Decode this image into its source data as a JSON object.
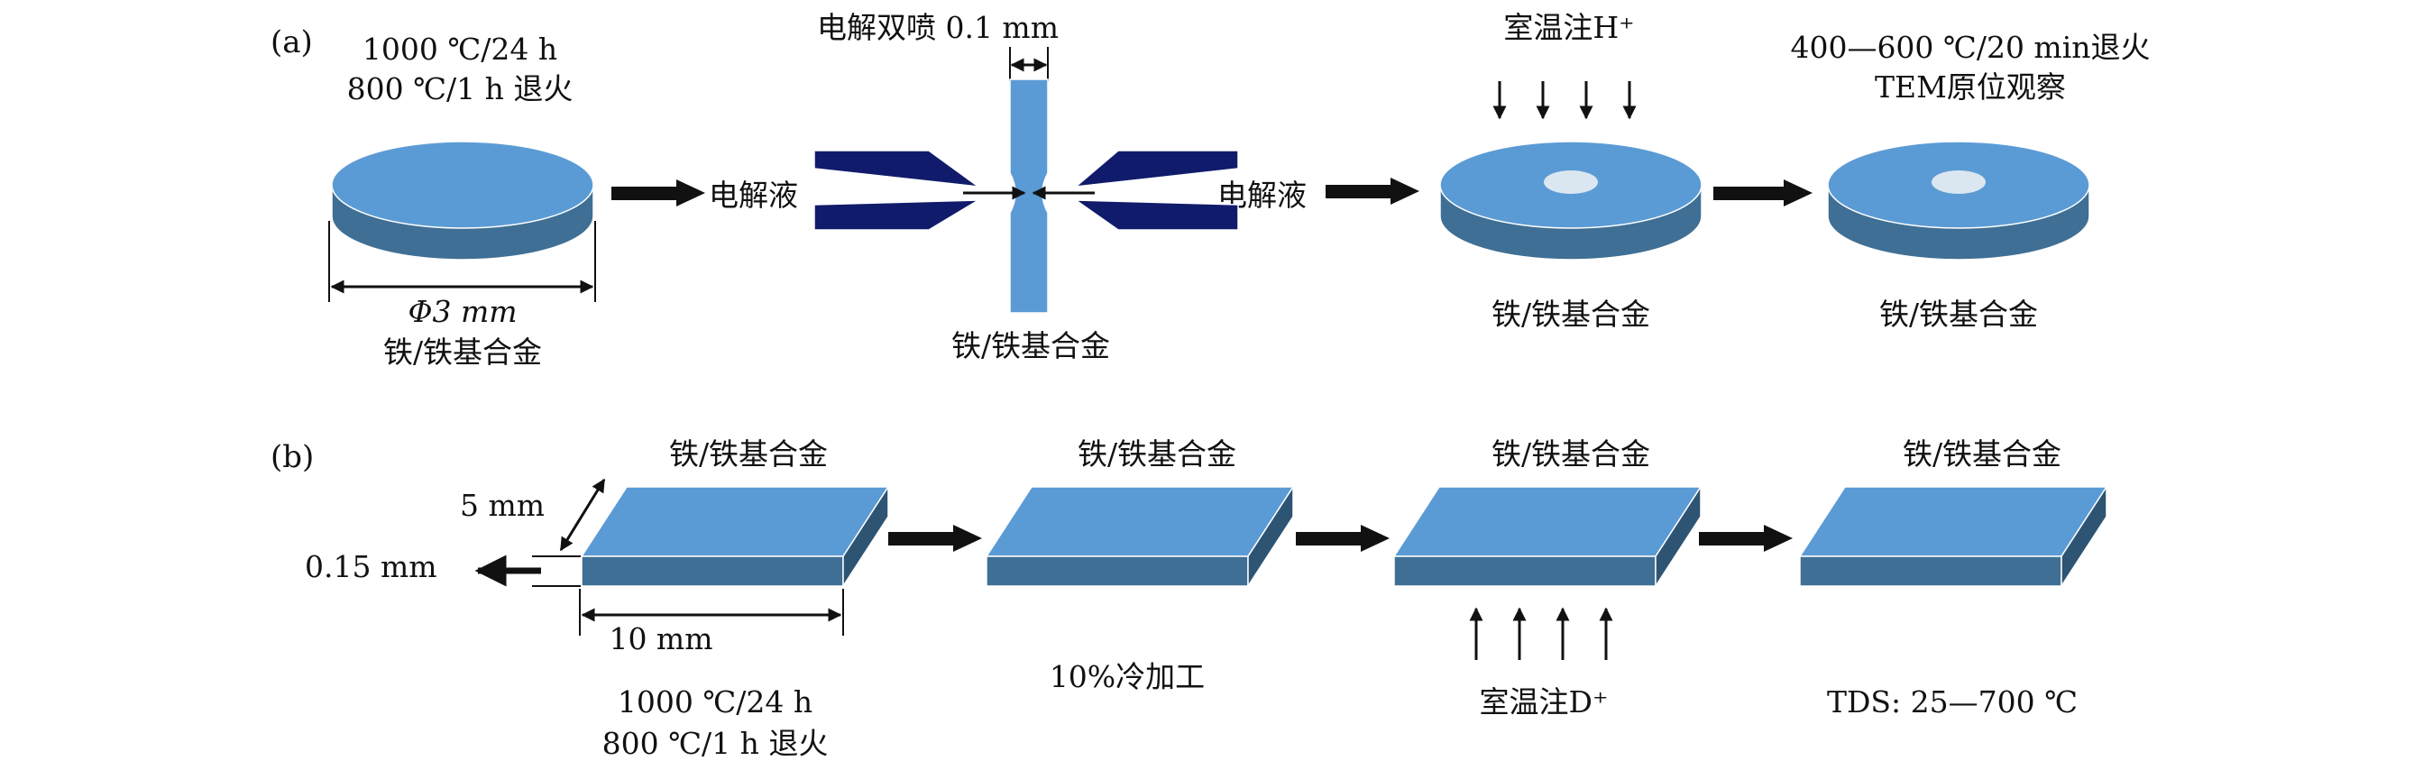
{
  "colors": {
    "sample_top": "#5b9bd5",
    "sample_side": "#3f6f94",
    "sample_side_dark": "#2e5473",
    "spot": "#dbe7f0",
    "nozzle": "#101b6b",
    "arrow": "#111111"
  },
  "panel_a": {
    "label": "(a)",
    "step1": {
      "line1": "1000 ℃/24 h",
      "line2": "800 ℃/1 h 退火",
      "diameter": "Φ3 mm",
      "material": "铁/铁基合金"
    },
    "step2": {
      "jet_label": "电解双喷 0.1 mm",
      "electrolyte_left": "电解液",
      "electrolyte_right": "电解液",
      "material": "铁/铁基合金"
    },
    "step3": {
      "implant": "室温注H⁺",
      "material": "铁/铁基合金"
    },
    "step4": {
      "line1": "400—600 ℃/20 min退火",
      "line2": "TEM原位观察",
      "material": "铁/铁基合金"
    }
  },
  "panel_b": {
    "label": "(b)",
    "step1": {
      "material": "铁/铁基合金",
      "width": "5 mm",
      "thickness": "0.15 mm",
      "length": "10 mm",
      "line1": "1000 ℃/24 h",
      "line2": "800 ℃/1 h 退火"
    },
    "step2": {
      "material": "铁/铁基合金",
      "process": "10%冷加工"
    },
    "step3": {
      "material": "铁/铁基合金",
      "implant": "室温注D⁺"
    },
    "step4": {
      "material": "铁/铁基合金",
      "process": "TDS: 25—700 ℃"
    }
  }
}
